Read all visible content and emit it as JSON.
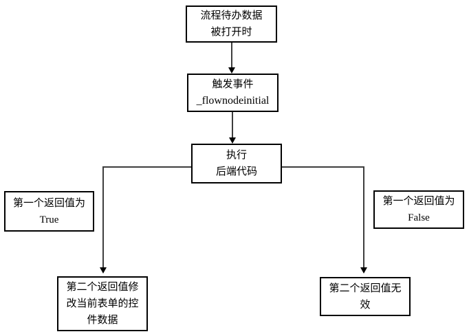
{
  "colors": {
    "background": "#ffffff",
    "border": "#000000",
    "text": "#000000",
    "line": "#3d3d3d",
    "arrow": "#000000"
  },
  "nodes": {
    "process_opened": {
      "line1": "流程待办数据",
      "line2": "被打开时",
      "text": "流程待办数据被打开时"
    },
    "trigger_event": {
      "line1": "触发事件",
      "line2": "_flownodeinitial",
      "text": "触发事件_flownodeinitial"
    },
    "execute_backend": {
      "line1": "执行",
      "line2": "后端代码",
      "text": "执行后端代码"
    },
    "first_return_true": {
      "line1": "第一个返回值为",
      "line2": "True",
      "text": "第一个返回值为True"
    },
    "first_return_false": {
      "line1": "第一个返回值为",
      "line2": "False",
      "text": "第一个返回值为False"
    },
    "second_return_modify": {
      "line1": "第二个返回值修",
      "line2": "改当前表单的控",
      "line3": "件数据",
      "text": "第二个返回值修改当前表单的控件数据"
    },
    "second_return_invalid": {
      "line1": "第二个返回值无",
      "line2": "效",
      "text": "第二个返回值无效"
    }
  },
  "edges": [
    {
      "from": "process_opened",
      "to": "trigger_event",
      "arrow": true
    },
    {
      "from": "trigger_event",
      "to": "execute_backend",
      "arrow": true
    },
    {
      "from": "execute_backend",
      "to": "second_return_modify",
      "arrow": true,
      "branch_label": "first_return_true"
    },
    {
      "from": "execute_backend",
      "to": "second_return_invalid",
      "arrow": true,
      "branch_label": "first_return_false"
    }
  ]
}
